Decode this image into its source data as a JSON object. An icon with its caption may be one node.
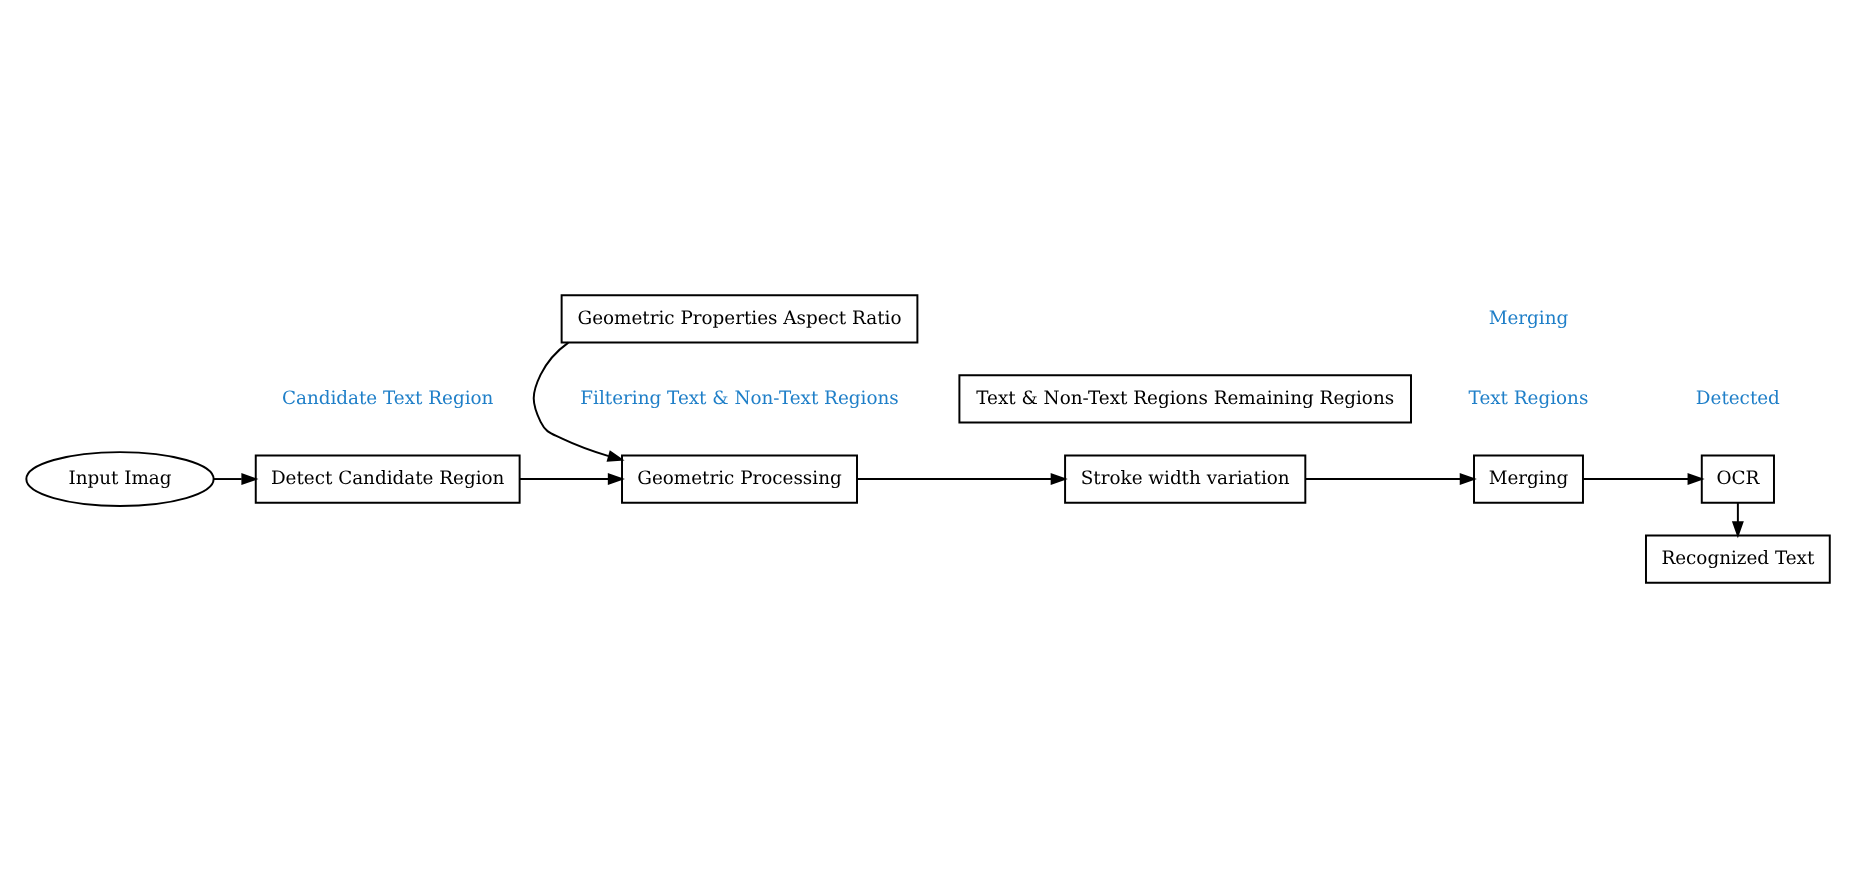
{
  "diagram": {
    "nodes": [
      {
        "text": [
          "Input Imag"
        ]
      },
      {
        "text": [
          "Detect Candidate Region"
        ]
      },
      {
        "text": [
          "Geometric Processing"
        ]
      },
      {
        "text": [
          "Stroke width variation"
        ]
      },
      {
        "text": [
          "Merging"
        ]
      },
      {
        "text": [
          "OCR"
        ]
      },
      {
        "text": [
          "Recognized Text"
        ]
      },
      {
        "text": [
          "Geometric Properties Aspect Ratio"
        ]
      },
      {
        "text": [
          "Text & Non-Text Regions Remaining Regions"
        ]
      }
    ],
    "edges": [
      {
        "from": 0,
        "to": 1,
        "arrow": "to"
      },
      {
        "from": 1,
        "to": 2,
        "arrow": "to"
      },
      {
        "from": 2,
        "to": 3,
        "arrow": "to"
      },
      {
        "from": 3,
        "to": 4,
        "arrow": "to"
      },
      {
        "from": 4,
        "to": 5,
        "arrow": "to"
      },
      {
        "from": 5,
        "to": 6,
        "arrow": "to"
      },
      {
        "from": 7,
        "to": 2,
        "arrow": "to"
      }
    ],
    "labels": [
      "Candidate Text Region",
      "Filtering Text & Non-Text Regions",
      "Merging",
      "Text Regions",
      "Detected"
    ]
  }
}
